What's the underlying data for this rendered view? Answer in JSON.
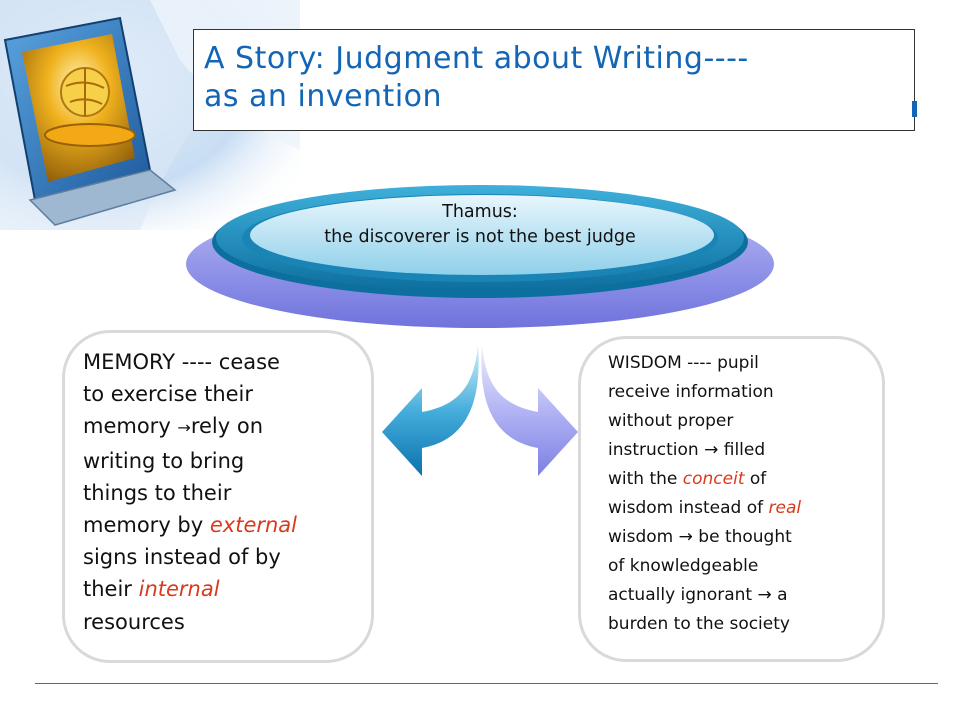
{
  "slide": {
    "title_lines": [
      "A Story: Judgment about Writing----",
      "as an invention"
    ],
    "ellipse": {
      "lines": [
        "Thamus:",
        "the discoverer is not the best judge"
      ]
    },
    "memory_panel": {
      "lines": [
        [
          "MEMORY ---- cease"
        ],
        [
          "to exercise their"
        ],
        [
          "memory ",
          "→",
          "rely on"
        ],
        [
          "writing to bring"
        ],
        [
          "things to their"
        ],
        [
          "memory by ",
          "external"
        ],
        [
          "signs instead of by"
        ],
        [
          "their ",
          "internal"
        ],
        [
          "resources"
        ]
      ]
    },
    "wisdom_panel": {
      "lines": [
        [
          "WISDOM ---- pupil"
        ],
        [
          "receive information"
        ],
        [
          "without proper"
        ],
        [
          "instruction → filled"
        ],
        [
          "with the ",
          "conceit",
          " of"
        ],
        [
          "wisdom instead of ",
          "real"
        ],
        [
          "wisdom → be thought"
        ],
        [
          "of knowledgeable"
        ],
        [
          "actually ignorant → a"
        ],
        [
          "burden to the society"
        ]
      ]
    }
  },
  "colors": {
    "title": "#1266b5",
    "emphasis": "#d83a1c",
    "ellipse_outer": "#9c9ff0",
    "ellipse_teal": "#1f8fbf",
    "arrow_left": "#1a8cc6",
    "arrow_right": "#8e90ea"
  },
  "icons": [
    "computer-globe-icon",
    "curved-arrow-left-icon",
    "curved-arrow-right-icon"
  ]
}
